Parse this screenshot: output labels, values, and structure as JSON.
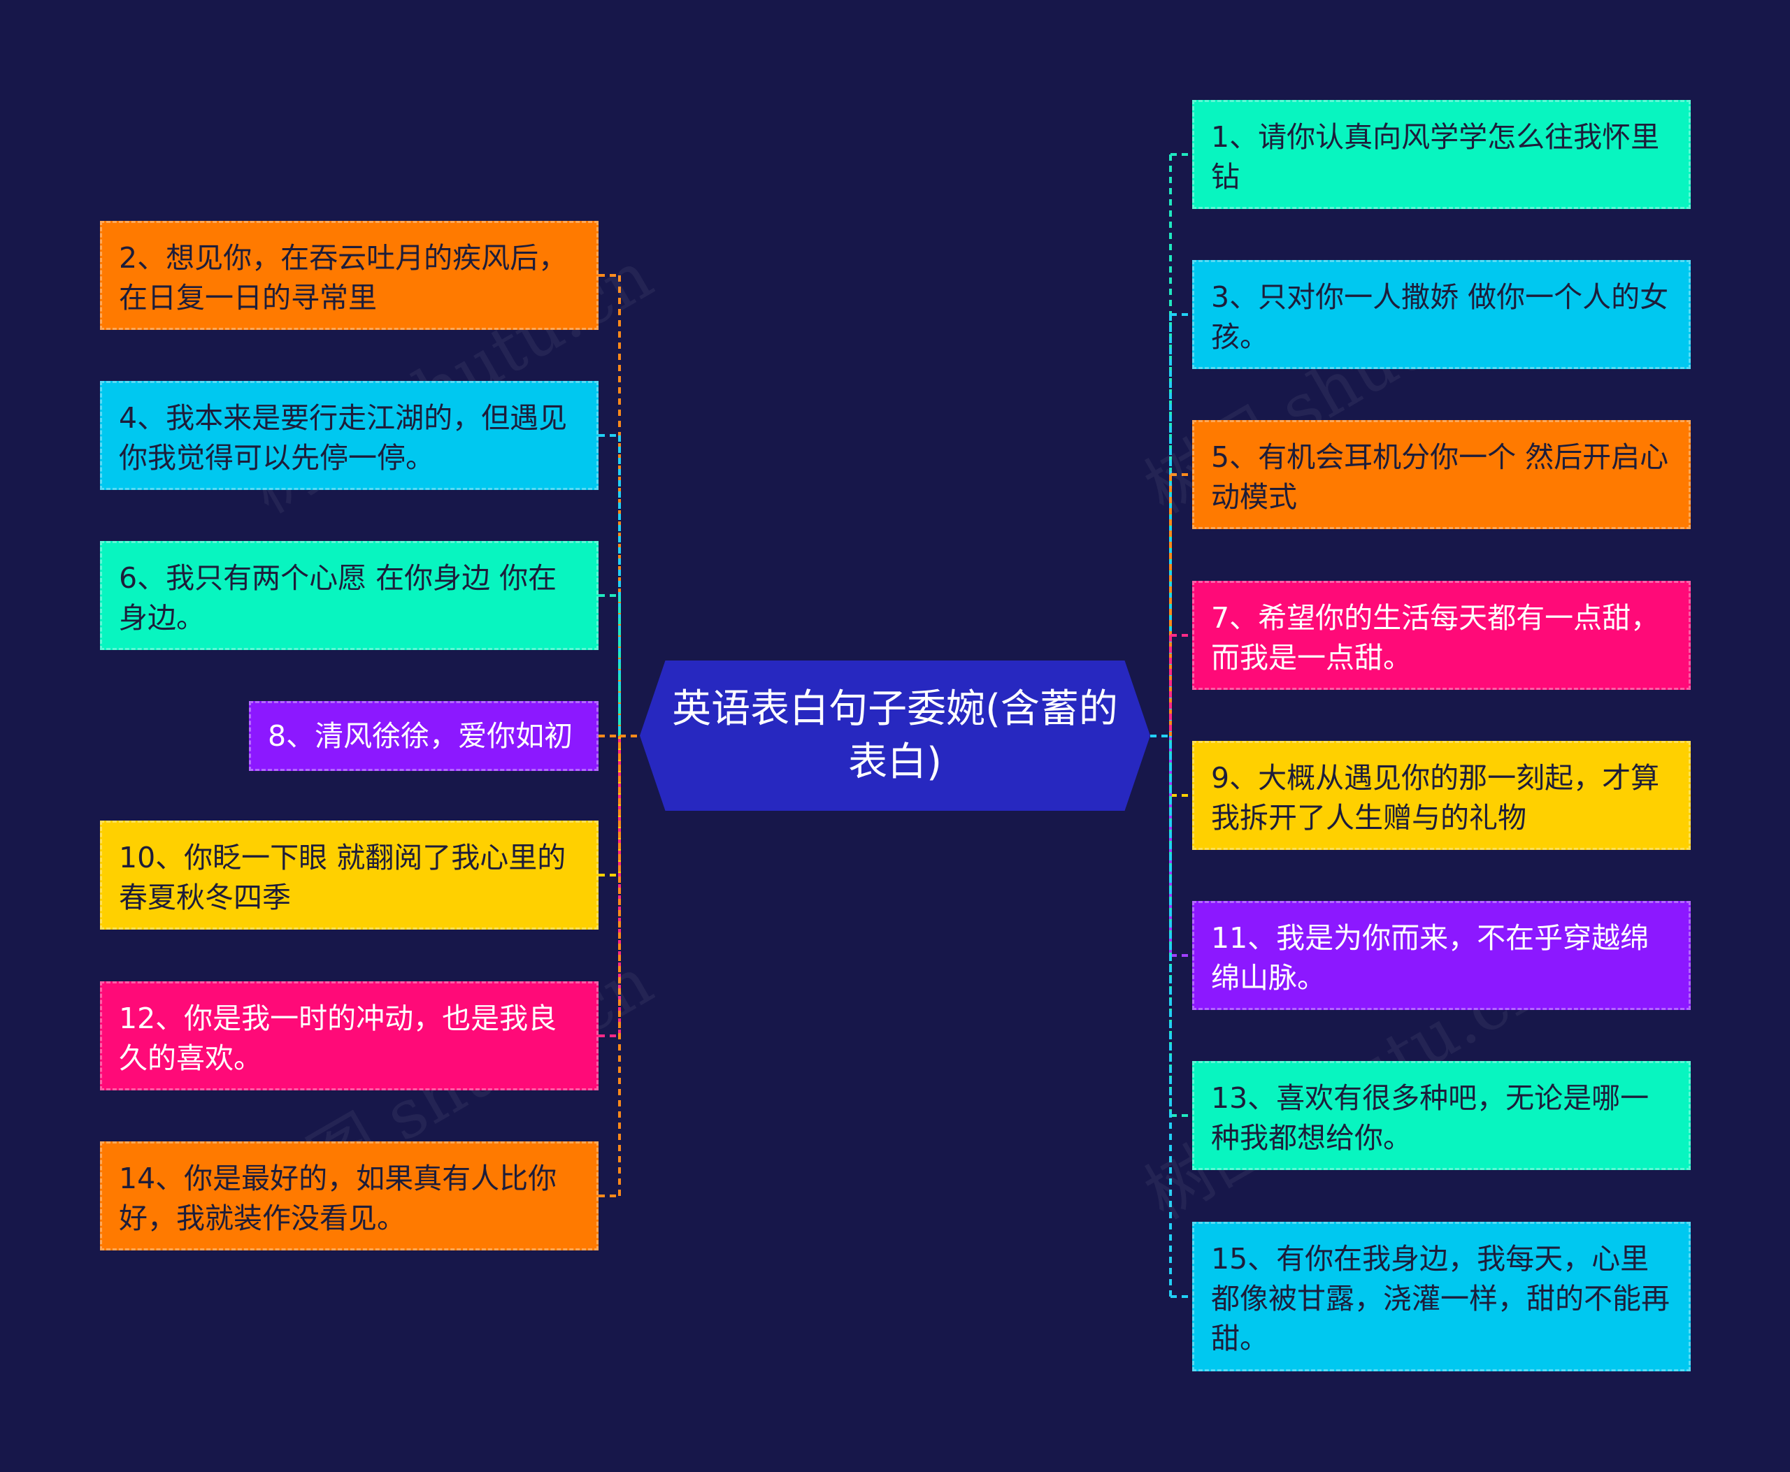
{
  "center": {
    "title": "英语表白句子委婉(含蓄的表白)",
    "color": "#2728c0"
  },
  "left_nodes": [
    {
      "text": "2、想见你，在吞云吐月的疾风后，在日复一日的寻常里",
      "color": "#ff7a00",
      "line_color": "#ff8a1a"
    },
    {
      "text": "4、我本来是要行走江湖的，但遇见你我觉得可以先停一停。",
      "color": "#00c8f0",
      "line_color": "#22d0f5"
    },
    {
      "text": "6、我只有两个心愿 在你身边 你在身边。",
      "color": "#08f5c0",
      "line_color": "#20e8c0"
    },
    {
      "text": "8、清风徐徐，爱你如初",
      "color": "#8c18ff",
      "line_color": "#ff8a1a"
    },
    {
      "text": "10、你眨一下眼 就翻阅了我心里的春夏秋冬四季",
      "color": "#ffd000",
      "line_color": "#ffd000"
    },
    {
      "text": "12、你是我一时的冲动，也是我良久的喜欢。",
      "color": "#ff0a78",
      "line_color": "#ff2a88"
    },
    {
      "text": "14、你是最好的，如果真有人比你好，我就装作没看见。",
      "color": "#ff7a00",
      "line_color": "#ff8a1a"
    }
  ],
  "right_nodes": [
    {
      "text": "1、请你认真向风学学怎么往我怀里钻",
      "color": "#08f5c0",
      "line_color": "#20e8c0"
    },
    {
      "text": "3、只对你一人撒娇 做你一个人的女孩。",
      "color": "#00c8f0",
      "line_color": "#22d0f5"
    },
    {
      "text": "5、有机会耳机分你一个 然后开启心动模式",
      "color": "#ff7a00",
      "line_color": "#ff8a1a"
    },
    {
      "text": "7、希望你的生活每天都有一点甜，而我是一点甜。",
      "color": "#ff0a78",
      "line_color": "#ff2a88"
    },
    {
      "text": "9、大概从遇见你的那一刻起，才算我拆开了人生赠与的礼物",
      "color": "#ffd000",
      "line_color": "#ffd000"
    },
    {
      "text": "11、我是为你而来，不在乎穿越绵绵山脉。",
      "color": "#8c18ff",
      "line_color": "#a040ff"
    },
    {
      "text": "13、喜欢有很多种吧，无论是哪一种我都想给你。",
      "color": "#08f5c0",
      "line_color": "#20e8c0"
    },
    {
      "text": "15、有你在我身边，我每天，心里都像被甘露，浇灌一样，甜的不能再甜。",
      "color": "#00c8f0",
      "line_color": "#22d0f5"
    }
  ],
  "watermark": "树图 shutu.cn"
}
